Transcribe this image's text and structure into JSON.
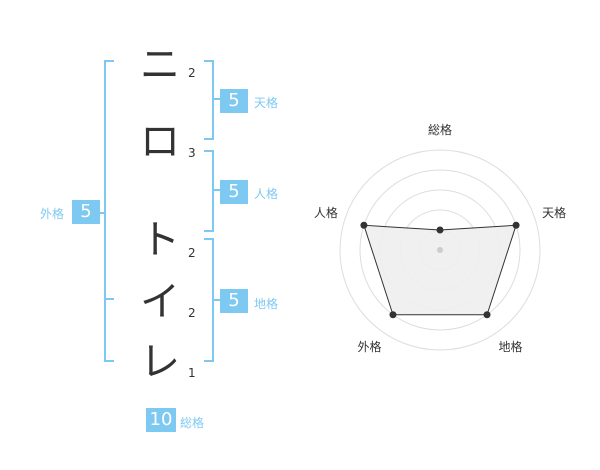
{
  "name": {
    "characters": [
      {
        "char": "ニ",
        "strokes": "2"
      },
      {
        "char": "ロ",
        "strokes": "3"
      },
      {
        "char": "ト",
        "strokes": "2"
      },
      {
        "char": "イ",
        "strokes": "2"
      },
      {
        "char": "レ",
        "strokes": "1"
      }
    ]
  },
  "fortune": {
    "tenkaku": {
      "value": "5",
      "label": "天格"
    },
    "jinkaku": {
      "value": "5",
      "label": "人格"
    },
    "chikaku": {
      "value": "5",
      "label": "地格"
    },
    "gaikaku": {
      "value": "5",
      "label": "外格"
    },
    "soukaku": {
      "value": "10",
      "label": "総格"
    }
  },
  "chart_data": {
    "type": "radar",
    "axes": [
      "総格",
      "天格",
      "地格",
      "外格",
      "人格"
    ],
    "values": [
      1,
      4,
      4,
      4,
      4
    ],
    "max": 5,
    "rings": 5,
    "colors": {
      "fill": "#eeeeee",
      "stroke": "#333333",
      "ring": "#dddddd"
    }
  }
}
